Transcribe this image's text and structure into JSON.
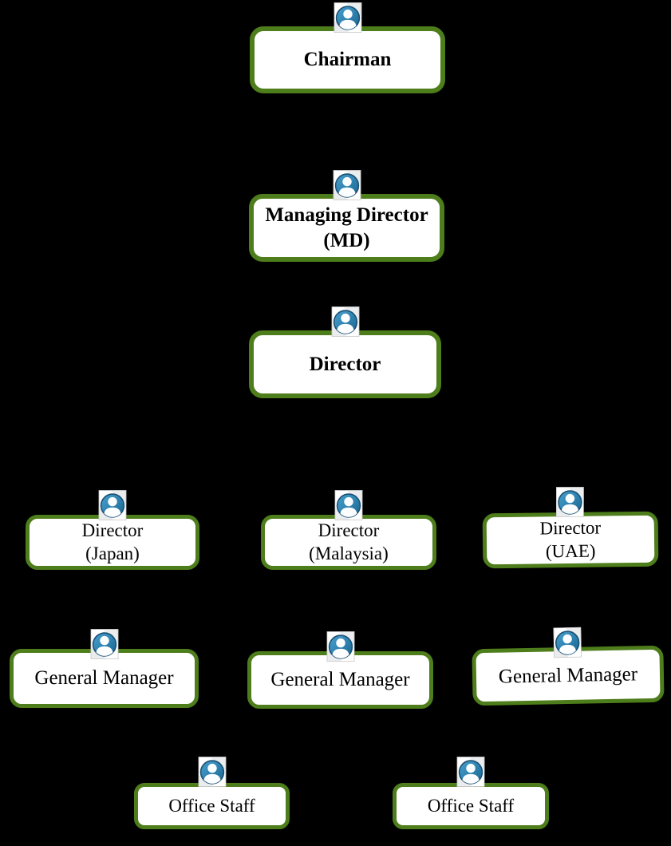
{
  "diagram": {
    "type": "org-chart",
    "background_color": "#000000",
    "box_border_color": "#4e7d1b",
    "box_fill_color": "#ffffff",
    "icon_name": "person-icon",
    "icon_color": "#2f84b2"
  },
  "nodes": [
    {
      "id": "chairman",
      "lines": [
        "Chairman"
      ]
    },
    {
      "id": "managing-director",
      "lines": [
        "Managing Director",
        "(MD)"
      ]
    },
    {
      "id": "director",
      "lines": [
        "Director"
      ]
    },
    {
      "id": "director-japan",
      "lines": [
        "Director",
        "(Japan)"
      ]
    },
    {
      "id": "director-malaysia",
      "lines": [
        "Director",
        "(Malaysia)"
      ]
    },
    {
      "id": "director-uae",
      "lines": [
        "Director",
        "(UAE)"
      ]
    },
    {
      "id": "general-manager-1",
      "lines": [
        "General Manager"
      ]
    },
    {
      "id": "general-manager-2",
      "lines": [
        "General Manager"
      ]
    },
    {
      "id": "general-manager-3",
      "lines": [
        "General Manager"
      ]
    },
    {
      "id": "office-staff-1",
      "lines": [
        "Office Staff"
      ]
    },
    {
      "id": "office-staff-2",
      "lines": [
        "Office Staff"
      ]
    }
  ]
}
